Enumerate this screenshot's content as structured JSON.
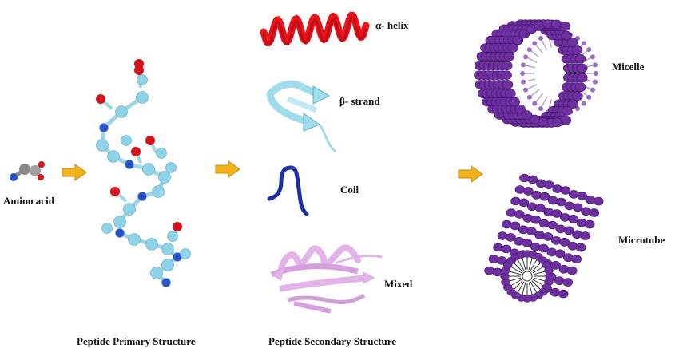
{
  "labels": {
    "amino_acid": "Amino  acid",
    "alpha_helix": "α- helix",
    "beta_strand": "β- strand",
    "coil": "Coil",
    "mixed": "Mixed",
    "micelle": "Micelle",
    "microtube": "Microtube"
  },
  "captions": {
    "primary": "Peptide Primary  Structure",
    "secondary": "Peptide Secondary Structure"
  },
  "colors": {
    "arrow": "#f2b31a",
    "arrow_outline": "#c98a10",
    "helix": "#e8141c",
    "strand": "#9fdcec",
    "coil": "#1a2fa8",
    "mixed": "#e2b2e8",
    "atom_carbon": "#8fd3e8",
    "atom_oxygen": "#d4141c",
    "atom_nitrogen": "#2a4fc8",
    "amino_carbon": "#777777",
    "micelle": "#6e2fa0",
    "microtube": "#6e2fa0"
  },
  "icons": [
    "right-arrow-icon",
    "molecule-ball-stick",
    "helix-ribbon",
    "strand-ribbon",
    "coil-ribbon",
    "mixed-ribbon",
    "micelle-assembly",
    "microtube-assembly"
  ]
}
